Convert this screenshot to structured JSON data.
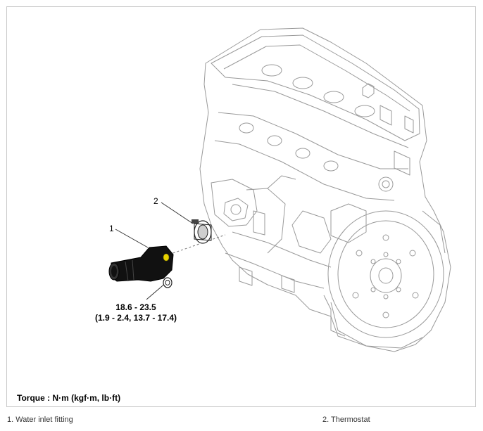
{
  "callouts": {
    "item1": "1",
    "item2": "2"
  },
  "torque_spec": {
    "line1": "18.6 - 23.5",
    "line2": "(1.9 - 2.4, 13.7 - 17.4)"
  },
  "torque_caption": "Torque : N·m (kgf·m, lb·ft)",
  "legend": {
    "item1": "1. Water inlet fitting",
    "item2": "2. Thermostat"
  },
  "colors": {
    "line": "#9a9a9a",
    "part_fill": "#111111",
    "highlight": "#e8d200"
  }
}
